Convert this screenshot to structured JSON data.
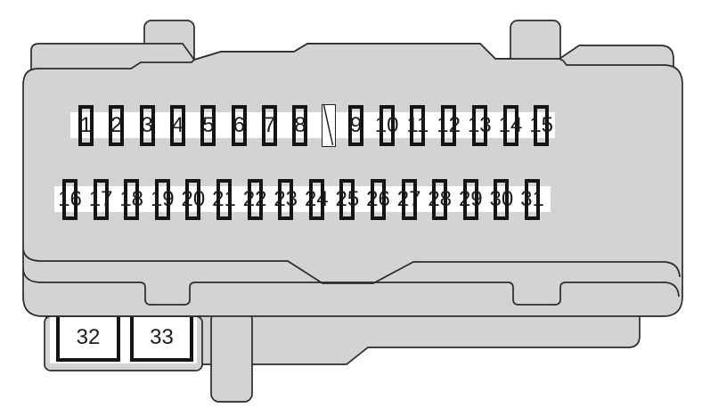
{
  "figure_type": "fuse-box-connector-diagram",
  "colors": {
    "body": "#d2d3d2",
    "outline": "#2b2b2b",
    "slot_border": "#141414",
    "label_band": "#ffffff",
    "text": "#1a1a1a",
    "background": "#ffffff"
  },
  "slots": {
    "top_row": [
      "1",
      "2",
      "3",
      "4",
      "5",
      "6",
      "7",
      "8",
      "9",
      "10",
      "11",
      "12",
      "13",
      "14",
      "15"
    ],
    "bottom_row": [
      "16",
      "17",
      "18",
      "19",
      "20",
      "21",
      "22",
      "23",
      "24",
      "25",
      "26",
      "27",
      "28",
      "29",
      "30",
      "31"
    ],
    "large_slots": [
      "32",
      "33"
    ]
  }
}
